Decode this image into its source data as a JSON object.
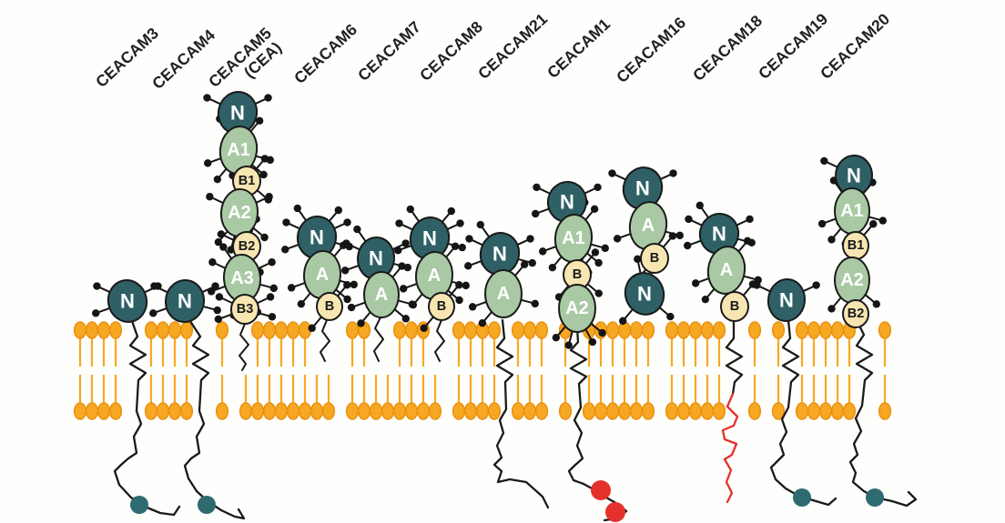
{
  "colors": {
    "background": "#fefefc",
    "n_domain_fill": "#2f6066",
    "a_domain_fill": "#a9c9a4",
    "b_domain_fill": "#f8e6b2",
    "domain_outline": "#1a1a1a",
    "domain_label_light": "#ffffff",
    "domain_label_dark": "#1a1a1a",
    "membrane_head": "#f7a823",
    "membrane_head_stroke": "#ec9212",
    "membrane_tail": "#f7a823",
    "glyco_dot": "#151515",
    "tail_line": "#1a1a1a",
    "red_tail": "#e5312b",
    "red_dot": "#e5312b",
    "teal_dot": "#2e6b70",
    "name_label": "#231f20"
  },
  "membrane": {
    "kind": "lipid-bilayer"
  },
  "proteins": [
    {
      "name": "CEACAM3",
      "alt_name": "",
      "anchor": "transmembrane",
      "domains": [
        {
          "label": "N",
          "kind": "n",
          "glyco": 3
        }
      ],
      "tail": {
        "color": "black",
        "end": "teal-dot"
      }
    },
    {
      "name": "CEACAM4",
      "alt_name": "",
      "anchor": "transmembrane",
      "domains": [
        {
          "label": "N",
          "kind": "n",
          "glyco": 4
        }
      ],
      "tail": {
        "color": "black",
        "end": "teal-dot"
      }
    },
    {
      "name": "CEACAM5",
      "alt_name": "(CEA)",
      "anchor": "gpi",
      "domains": [
        {
          "label": "N",
          "kind": "n",
          "glyco": 2
        },
        {
          "label": "A1",
          "kind": "a",
          "glyco": 8
        },
        {
          "label": "B1",
          "kind": "b",
          "glyco": 5
        },
        {
          "label": "A2",
          "kind": "a",
          "glyco": 8
        },
        {
          "label": "B2",
          "kind": "b",
          "glyco": 5
        },
        {
          "label": "A3",
          "kind": "a",
          "glyco": 7
        },
        {
          "label": "B3",
          "kind": "b",
          "glyco": 5
        }
      ],
      "tail": null
    },
    {
      "name": "CEACAM6",
      "alt_name": "",
      "anchor": "gpi",
      "domains": [
        {
          "label": "N",
          "kind": "n",
          "glyco": 6
        },
        {
          "label": "A",
          "kind": "a",
          "glyco": 7
        },
        {
          "label": "B",
          "kind": "b",
          "glyco": 3
        }
      ],
      "tail": null
    },
    {
      "name": "CEACAM7",
      "alt_name": "",
      "anchor": "gpi",
      "domains": [
        {
          "label": "N",
          "kind": "n",
          "glyco": 5
        },
        {
          "label": "A",
          "kind": "a",
          "glyco": 6
        }
      ],
      "tail": null
    },
    {
      "name": "CEACAM8",
      "alt_name": "",
      "anchor": "gpi",
      "domains": [
        {
          "label": "N",
          "kind": "n",
          "glyco": 6
        },
        {
          "label": "A",
          "kind": "a",
          "glyco": 7
        },
        {
          "label": "B",
          "kind": "b",
          "glyco": 3
        }
      ],
      "tail": null
    },
    {
      "name": "CEACAM21",
      "alt_name": "",
      "anchor": "transmembrane",
      "domains": [
        {
          "label": "N",
          "kind": "n",
          "glyco": 5
        },
        {
          "label": "A",
          "kind": "a",
          "glyco": 5
        }
      ],
      "tail": {
        "color": "black",
        "end": "none"
      }
    },
    {
      "name": "CEACAM1",
      "alt_name": "",
      "anchor": "transmembrane",
      "domains": [
        {
          "label": "N",
          "kind": "n",
          "glyco": 3
        },
        {
          "label": "A1",
          "kind": "a",
          "glyco": 8
        },
        {
          "label": "B",
          "kind": "b",
          "glyco": 6
        },
        {
          "label": "A2",
          "kind": "a",
          "glyco": 6
        }
      ],
      "tail": {
        "color": "black",
        "end": "two-red-dots"
      }
    },
    {
      "name": "CEACAM16",
      "alt_name": "",
      "anchor": "secreted",
      "domains": [
        {
          "label": "N",
          "kind": "n",
          "glyco": 2
        },
        {
          "label": "A",
          "kind": "a",
          "glyco": 3
        },
        {
          "label": "B",
          "kind": "b",
          "glyco": 3
        },
        {
          "label": "N",
          "kind": "n",
          "glyco": 4
        }
      ],
      "tail": null
    },
    {
      "name": "CEACAM18",
      "alt_name": "",
      "anchor": "transmembrane",
      "domains": [
        {
          "label": "N",
          "kind": "n",
          "glyco": 5
        },
        {
          "label": "A",
          "kind": "a",
          "glyco": 5
        },
        {
          "label": "B",
          "kind": "b",
          "glyco": 2
        }
      ],
      "tail": {
        "color": "red",
        "end": "none"
      }
    },
    {
      "name": "CEACAM19",
      "alt_name": "",
      "anchor": "transmembrane",
      "domains": [
        {
          "label": "N",
          "kind": "n",
          "glyco": 2
        }
      ],
      "tail": {
        "color": "black",
        "end": "teal-dot"
      }
    },
    {
      "name": "CEACAM20",
      "alt_name": "",
      "anchor": "transmembrane",
      "domains": [
        {
          "label": "N",
          "kind": "n",
          "glyco": 1
        },
        {
          "label": "A1",
          "kind": "a",
          "glyco": 5
        },
        {
          "label": "B1",
          "kind": "b",
          "glyco": 2
        },
        {
          "label": "A2",
          "kind": "a",
          "glyco": 4
        },
        {
          "label": "B2",
          "kind": "b",
          "glyco": 2
        }
      ],
      "tail": {
        "color": "black",
        "end": "teal-dot"
      }
    }
  ]
}
